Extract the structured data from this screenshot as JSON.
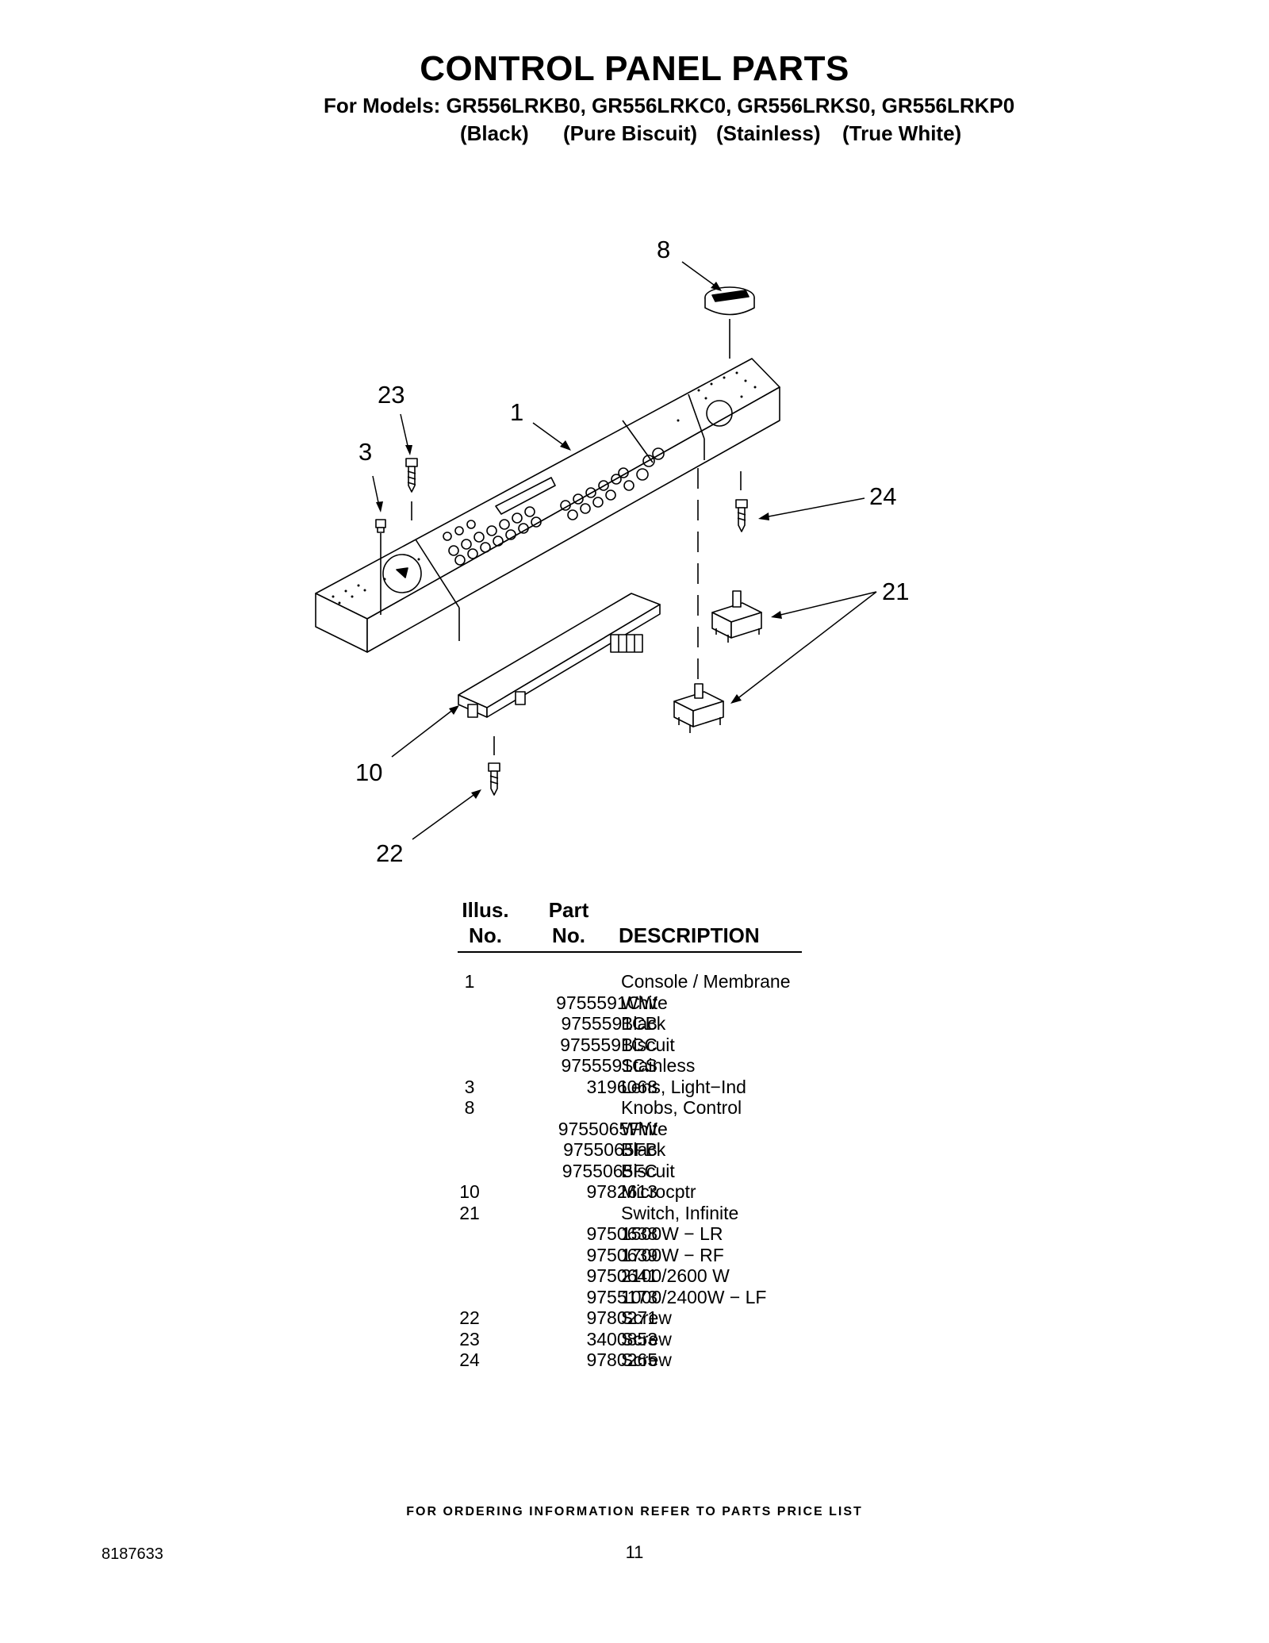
{
  "header": {
    "title": "CONTROL PANEL PARTS",
    "models_line": "For Models: GR556LRKB0, GR556LRKC0, GR556LRKS0, GR556LRKP0",
    "colors": [
      "(Black)",
      "(Pure Biscuit)",
      "(Stainless)",
      "(True White)"
    ]
  },
  "diagram": {
    "callouts": [
      "8",
      "23",
      "1",
      "3",
      "24",
      "21",
      "10",
      "22"
    ]
  },
  "table": {
    "col_illus_1": "Illus.",
    "col_illus_2": "No.",
    "col_part_1": "Part",
    "col_part_2": "No.",
    "col_desc": "DESCRIPTION",
    "rows": [
      {
        "illus": "1",
        "part": "",
        "desc": "Console / Membrane"
      },
      {
        "illus": "",
        "part": "9755591CW",
        "desc": "White"
      },
      {
        "illus": "",
        "part": "9755591CB",
        "desc": "Black"
      },
      {
        "illus": "",
        "part": "9755591CC",
        "desc": "Biscuit"
      },
      {
        "illus": "",
        "part": "9755591CS",
        "desc": "Stainless"
      },
      {
        "illus": "3",
        "part": "3196068",
        "desc": "Lens, Light−Ind"
      },
      {
        "illus": "8",
        "part": "",
        "desc": "Knobs, Control"
      },
      {
        "illus": "",
        "part": "9755065FW",
        "desc": "White"
      },
      {
        "illus": "",
        "part": "9755065FB",
        "desc": "Black"
      },
      {
        "illus": "",
        "part": "9755065FC",
        "desc": "Biscuit"
      },
      {
        "illus": "10",
        "part": "9782613",
        "desc": "Microcptr"
      },
      {
        "illus": "21",
        "part": "",
        "desc": "Switch, Infinite"
      },
      {
        "illus": "",
        "part": "9750638",
        "desc": "1500W − LR"
      },
      {
        "illus": "",
        "part": "9750639",
        "desc": "1700W − RF"
      },
      {
        "illus": "",
        "part": "9750641",
        "desc": "2100/2600 W"
      },
      {
        "illus": "",
        "part": "9755173",
        "desc": "1000/2400W − LF"
      },
      {
        "illus": "22",
        "part": "9780271",
        "desc": "Screw"
      },
      {
        "illus": "23",
        "part": "3400853",
        "desc": "Screw"
      },
      {
        "illus": "24",
        "part": "9780265",
        "desc": "Screw"
      }
    ]
  },
  "footer": {
    "ordering_note": "FOR ORDERING INFORMATION REFER TO PARTS PRICE LIST",
    "doc_number": "8187633",
    "page_number": "11"
  }
}
